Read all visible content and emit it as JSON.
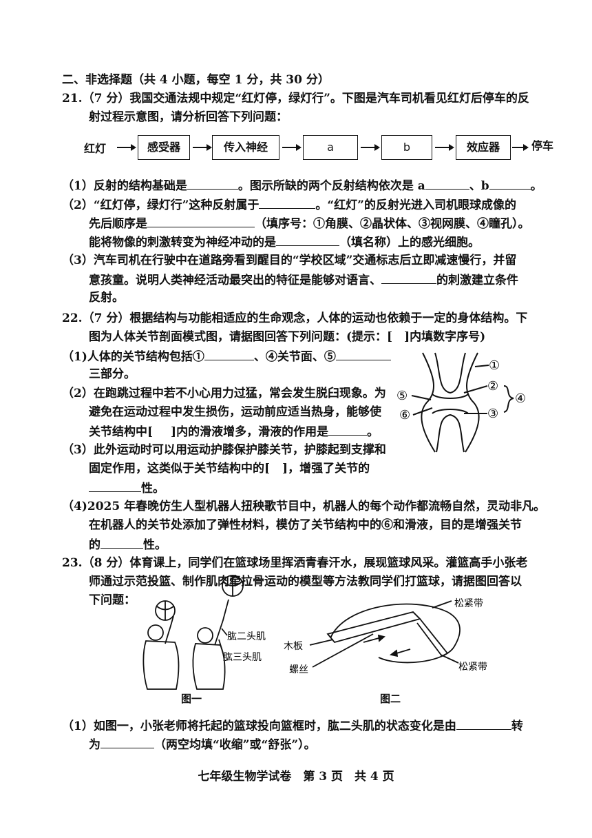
{
  "section_title": "二、非选择题（共 4 小题，每空 1 分，共 30 分）",
  "q21": {
    "stem1": "21.（7 分）我国交通法规中规定“红灯停，绿灯行”。下图是汽车司机看见红灯后停车的反",
    "stem2": "射过程示意图，请分析回答下列问题：",
    "flow": [
      "红灯",
      "感受器",
      "传入神经",
      "a",
      "b",
      "效应器",
      "停车"
    ],
    "p1_a": "（1）反射的结构基础是",
    "p1_b": "。图示所缺的两个反射结构依次是 a",
    "p1_c": "、b",
    "p1_d": "。",
    "p2_a": "（2）“红灯停，绿灯行”这种反射属于",
    "p2_b": "。“红灯”的反射光进入司机眼球成像的",
    "p2_c": "先后顺序是",
    "p2_d": "（填序号：①角膜、②晶状体、③视网膜、④瞳孔）。",
    "p2_e": "能将物像的刺激转变为神经冲动的是",
    "p2_f": "（填名称）上的感光细胞。",
    "p3_a": "（3）汽车司机在行驶中在道路旁看到醒目的“学校区域”交通标志后立即减速慢行，并留",
    "p3_b": "意孩童。说明人类神经活动最突出的特征是能够对语言、",
    "p3_c": "的刺激建立条件",
    "p3_d": "反射。"
  },
  "q22": {
    "stem1": "22.（7 分）根据结构与功能相适应的生命观念，人体的运动也依赖于一定的身体结构。下",
    "stem2": "图为人体关节剖面模式图，请据图回答下列问题：(提示：[　]内填数字序号)",
    "p1_a": "（1)人体的关节结构包括①",
    "p1_b": "、④关节面、⑤",
    "p1_c": "三部分。",
    "p2_a": "（2）在跑跳过程中若不小心用力过猛，常会发生脱臼现象。为",
    "p2_b": "避免在运动过程中发生损伤，运动前应适当热身，能够使",
    "p2_c": "关节结构中[",
    "p2_d": "]内的滑液增多，滑液的作用是",
    "p2_e": "。",
    "p3_a": "（3）此外运动时可以用运动护膝保护膝关节，护膝起到支撑和",
    "p3_b": "固定作用，这类似于关节结构中的[",
    "p3_c": "]，增强了关节的",
    "p3_d": "性。",
    "p4_a": "（4)2025 年春晚仿生人型机器人扭秧歌节目中，机器人的每个动作都流畅自然，灵动非凡。",
    "p4_b": "在机器人的关节处添加了弹性材料，模仿了关节结构中的⑥和滑液，目的是增强关节",
    "p4_c": "的",
    "p4_d": "性。",
    "joint_labels": [
      "①",
      "②",
      "③",
      "④",
      "⑤",
      "⑥"
    ]
  },
  "q23": {
    "stem1": "23.（8 分）体育课上，同学们在篮球场里挥洒青春汗水，展现篮球风采。灌篮高手小张老",
    "stem2": "师通过示范投篮、制作肌肉牵拉骨运动的模型等方法教同学们打篮球，请据图回答以",
    "stem3": "下问题：",
    "fig1_labels": [
      "肱二头肌",
      "肱三头肌"
    ],
    "fig1_caption": "图一",
    "fig2_labels": [
      "松紧带",
      "木板",
      "螺丝",
      "松紧带"
    ],
    "fig2_caption": "图二",
    "p1_a": "（1）如图一，小张老师将托起的篮球投向篮框时，肱二头肌的状态变化是由",
    "p1_b": "转",
    "p1_c": "为",
    "p1_d": "（两空均填“收缩”或“舒张”）。"
  },
  "footer": "七年级生物学试卷　第 3 页　共 4 页"
}
